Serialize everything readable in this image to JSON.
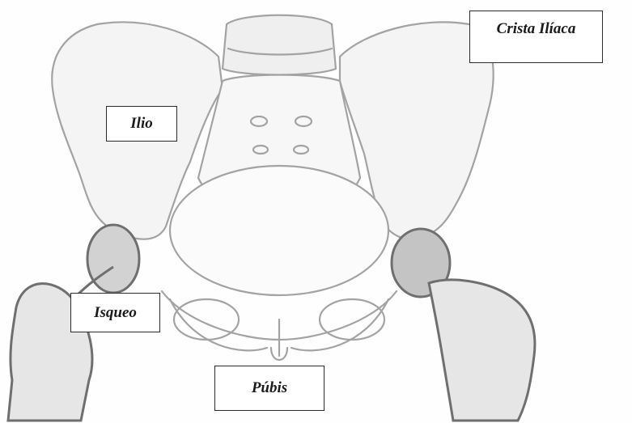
{
  "labels": {
    "crista": "Crista Ilíaca",
    "ilio": "Ilio",
    "isqueo": "Isqueo",
    "pubis": "Púbis"
  },
  "colors": {
    "stroke": "#9a9a9a",
    "shade": "#d7d7d7",
    "dark": "#6f6f6f",
    "label_border": "#2b2b2b"
  }
}
